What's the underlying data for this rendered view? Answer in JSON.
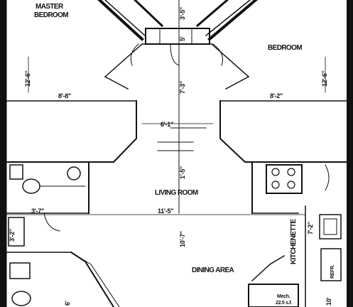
{
  "rooms": {
    "master_bedroom_line1": "MASTER",
    "master_bedroom_line2": "BEDROOM",
    "bedroom": "BEDROOM",
    "living_room": "LIVING ROOM",
    "dining_area": "DINING AREA",
    "kitchenette": "KITCHENETTE",
    "mech": "Mech.",
    "refr": "REFR."
  },
  "dimensions": {
    "master_bedroom_depth": "12'-6\"",
    "master_bedroom_width": "8'-8\"",
    "bedroom_depth": "12'-6\"",
    "bedroom_width": "8'-2\"",
    "top_center_1": "3'-5\"",
    "top_center_2": "5'",
    "hall_height": "7'-3\"",
    "hall_width": "6'-1\"",
    "living_height_upper": "1'-5\"",
    "living_width": "11'-5\"",
    "living_height_lower": "10'-7\"",
    "closet_width": "3'-7\"",
    "closet_height": "3'-2\"",
    "bath_dim": "6'",
    "kitchenette_dim": "7'-2\"",
    "mech_area": "22.5 s.f.",
    "right_dim": "10'"
  }
}
